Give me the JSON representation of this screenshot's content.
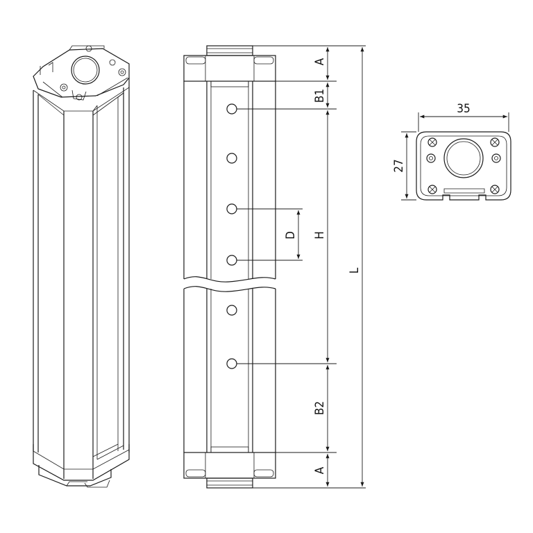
{
  "dimensions": {
    "width_label": "35",
    "height_label": "27",
    "end_cap_label": "A",
    "end_cap_label_bottom": "A",
    "top_offset_label": "B1",
    "bottom_offset_label": "B2",
    "pitch_label": "D",
    "protective_height_label": "H",
    "total_length_label": "L"
  },
  "colors": {
    "line": "#1a1a1a",
    "background": "#ffffff"
  }
}
